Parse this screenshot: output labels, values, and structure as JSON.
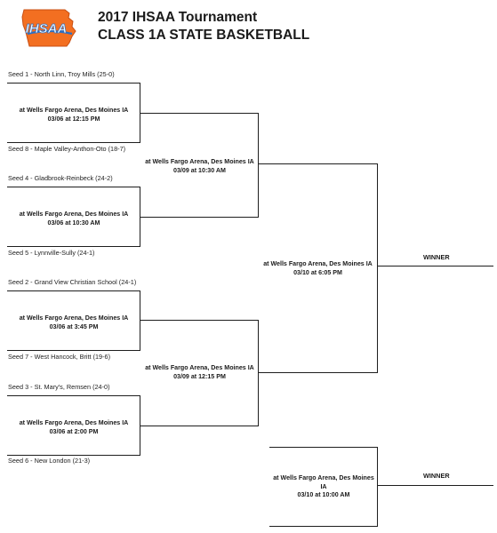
{
  "header": {
    "logo_text": "IHSAA",
    "title": "2017 IHSAA Tournament",
    "subtitle": "CLASS 1A STATE BASKETBALL"
  },
  "colors": {
    "logo_orange": "#f36f21",
    "logo_blue": "#2b6fc2",
    "line": "#1e1e1e"
  },
  "seeds": [
    "Seed 1 - North Linn, Troy Mills (25-0)",
    "Seed 8 - Maple Valley-Anthon-Oto (18-7)",
    "Seed 4 - Gladbrook-Reinbeck (24-2)",
    "Seed 5 - Lynnville-Sully (24-1)",
    "Seed 2 - Grand View Christian School (24-1)",
    "Seed 7 - West Hancock, Britt (19-6)",
    "Seed 3 - St. Mary's, Remsen (24-0)",
    "Seed 6 - New London (21-3)"
  ],
  "quarterfinals": [
    {
      "venue": "at Wells Fargo Arena, Des Moines IA",
      "time": "03/06 at 12:15 PM"
    },
    {
      "venue": "at Wells Fargo Arena, Des Moines IA",
      "time": "03/06 at 10:30 AM"
    },
    {
      "venue": "at Wells Fargo Arena, Des Moines IA",
      "time": "03/06 at 3:45 PM"
    },
    {
      "venue": "at Wells Fargo Arena, Des Moines IA",
      "time": "03/06 at 2:00 PM"
    }
  ],
  "semifinals": [
    {
      "venue": "at Wells Fargo Arena, Des Moines IA",
      "time": "03/09 at 10:30 AM"
    },
    {
      "venue": "at Wells Fargo Arena, Des Moines IA",
      "time": "03/09 at 12:15 PM"
    }
  ],
  "final": {
    "venue": "at Wells Fargo Arena, Des Moines IA",
    "time": "03/10 at 6:05 PM",
    "winner_label": "WINNER"
  },
  "consolation": {
    "venue_line1": "at Wells Fargo Arena, Des Moines",
    "venue_line2": "IA",
    "time": "03/10 at 10:00 AM",
    "winner_label": "WINNER"
  }
}
